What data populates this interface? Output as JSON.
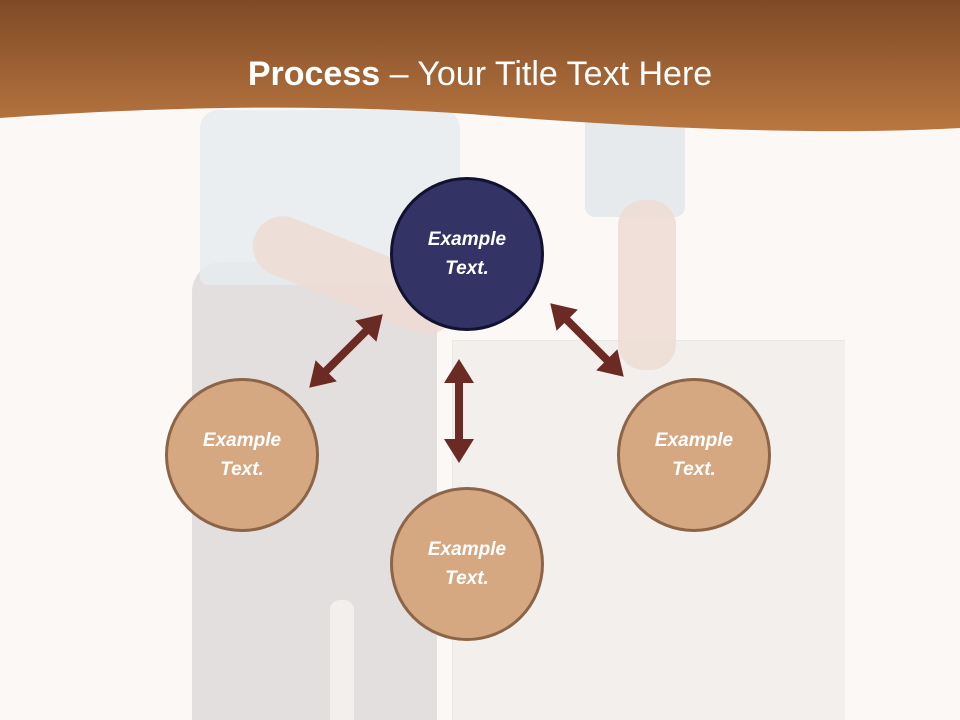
{
  "slide": {
    "title_bold": "Process",
    "title_rest": " – Your Title Text Here"
  },
  "nodes": {
    "center": "Example\nText.",
    "left": "Example\nText.",
    "bottom": "Example\nText.",
    "right": "Example\nText."
  },
  "colors": {
    "header": "#a8683a",
    "center_fill": "#333366",
    "side_fill": "#d6a882",
    "side_border": "#8c6548",
    "arrow": "#6b2a24"
  },
  "icons": {
    "arrows": "double-headed-arrow"
  }
}
